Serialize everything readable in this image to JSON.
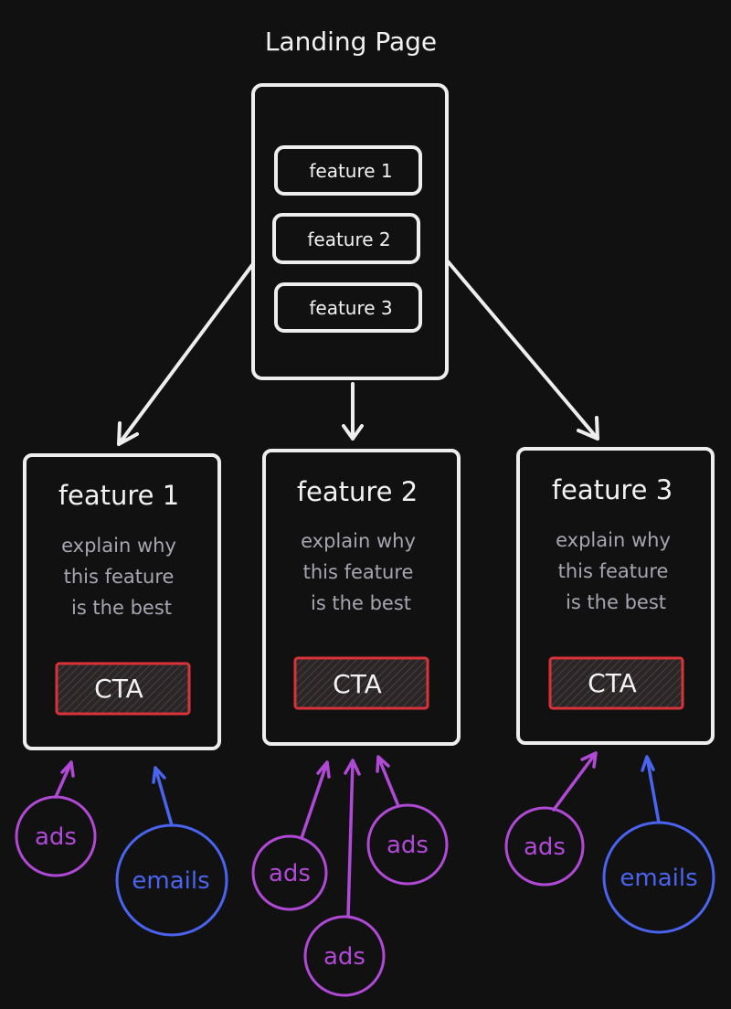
{
  "landing": {
    "title": "Landing Page",
    "features": [
      "feature 1",
      "feature 2",
      "feature 3"
    ]
  },
  "cards": [
    {
      "title": "feature 1",
      "desc": [
        "explain why",
        "this feature",
        "is the best"
      ],
      "cta": "CTA"
    },
    {
      "title": "feature 2",
      "desc": [
        "explain why",
        "this feature",
        "is the best"
      ],
      "cta": "CTA"
    },
    {
      "title": "feature 3",
      "desc": [
        "explain why",
        "this feature",
        "is the best"
      ],
      "cta": "CTA"
    }
  ],
  "sources": [
    {
      "label": "ads",
      "kind": "ads"
    },
    {
      "label": "emails",
      "kind": "email"
    },
    {
      "label": "ads",
      "kind": "ads"
    },
    {
      "label": "ads",
      "kind": "ads"
    },
    {
      "label": "ads",
      "kind": "ads"
    },
    {
      "label": "ads",
      "kind": "ads"
    },
    {
      "label": "emails",
      "kind": "email"
    }
  ],
  "colors": {
    "background": "#121112",
    "stroke": "#eeeeee",
    "cta_border": "#d9333a",
    "ads": "#b04ad6",
    "emails": "#4a64f0",
    "desc_text": "#a6a6b0"
  }
}
